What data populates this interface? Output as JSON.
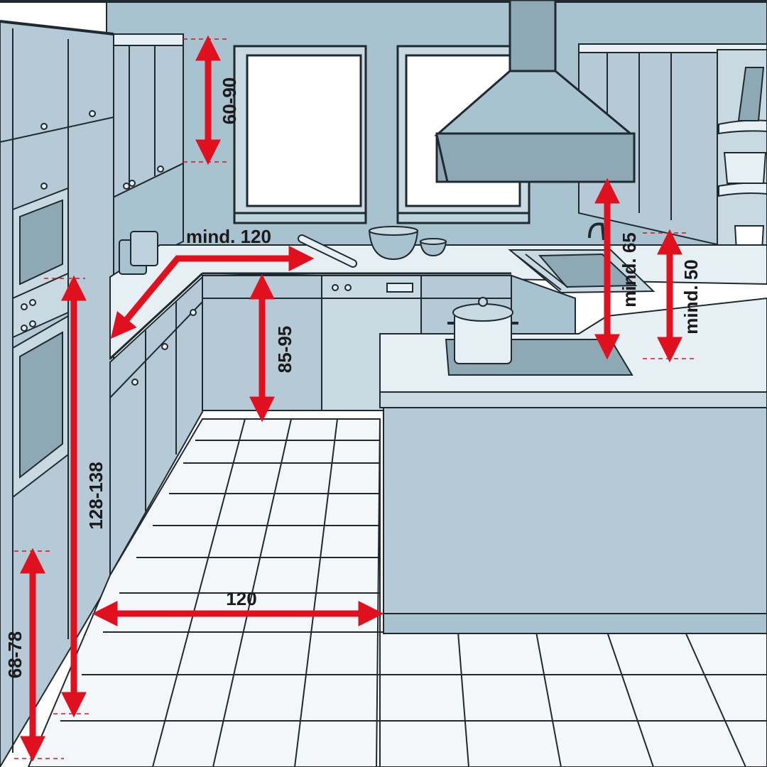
{
  "colors": {
    "wall": "#a9c2cf",
    "wall_light": "#bdd2dc",
    "cabinet": "#b5cad6",
    "cabinet_light": "#c8d9e2",
    "counter": "#e6eff3",
    "floor": "#f3f7f9",
    "line": "#1f2a30",
    "window": "#ffffff",
    "hood": "#8fa8b5",
    "arrow": "#e0101e",
    "dim_text": "#1a1a1a"
  },
  "dimensions": {
    "wall_cabinet_height": "60-90",
    "passage_width_top": "mind. 120",
    "counter_height": "85-95",
    "hood_clearance": "mind. 65",
    "wall_cabinet_clearance": "mind. 50",
    "tall_cabinet_upper": "128-138",
    "tall_cabinet_lower": "68-78",
    "passage_width_floor": "120"
  },
  "icons": {
    "range_hood": "range-hood-icon",
    "sink": "sink-icon",
    "cooking_pot": "cooking-pot-icon",
    "rolling_pin": "rolling-pin-icon",
    "bowl": "bowl-icon",
    "canister": "canister-icon",
    "oven": "oven-icon"
  }
}
